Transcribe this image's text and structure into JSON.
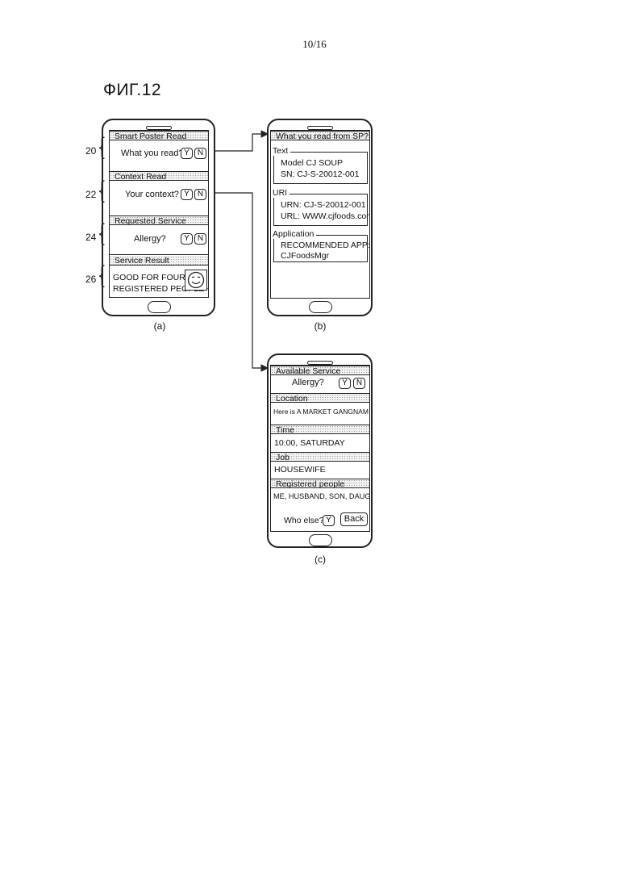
{
  "page_number": "10/16",
  "figure_title": "ФИГ.12",
  "screen_a": {
    "caption": "(a)",
    "sections": {
      "smart_poster": {
        "header": "Smart Poster Read",
        "question": "What you read?",
        "ref": "20"
      },
      "context": {
        "header": "Context Read",
        "question": "Your context?",
        "ref": "22"
      },
      "requested": {
        "header": "Requested Service",
        "question": "Allergy?",
        "ref": "24"
      },
      "result": {
        "header": "Service Result",
        "line1": "GOOD FOR FOUR",
        "line2": "REGISTERED PEOPLE~",
        "ref": "26"
      }
    },
    "yes_label": "Y",
    "no_label": "N"
  },
  "screen_b": {
    "caption": "(b)",
    "header": "What you read from SP?",
    "text_group": {
      "label": "Text",
      "line1": "Model CJ SOUP",
      "line2": "SN: CJ-S-20012-001"
    },
    "uri_group": {
      "label": "URI",
      "line1": "URN: CJ-S-20012-001",
      "line2": "URL: WWW.cjfoods.com"
    },
    "app_group": {
      "label": "Application",
      "line1": "RECOMMENDED APP:",
      "line2": "CJFoodsMgr"
    }
  },
  "screen_c": {
    "caption": "(c)",
    "available": {
      "header": "Available Service",
      "question": "Allergy?"
    },
    "location": {
      "header": "Location",
      "value": "Here is A MARKET GANGNAM BRANCH"
    },
    "time": {
      "header": "Time",
      "value": "10:00, SATURDAY"
    },
    "job": {
      "header": "Job",
      "value": "HOUSEWIFE"
    },
    "registered": {
      "header": "Registered people",
      "value": "ME, HUSBAND, SON, DAUGHTER"
    },
    "who_else": "Who else?",
    "yes_label": "Y",
    "no_label": "N",
    "back_label": "Back"
  }
}
